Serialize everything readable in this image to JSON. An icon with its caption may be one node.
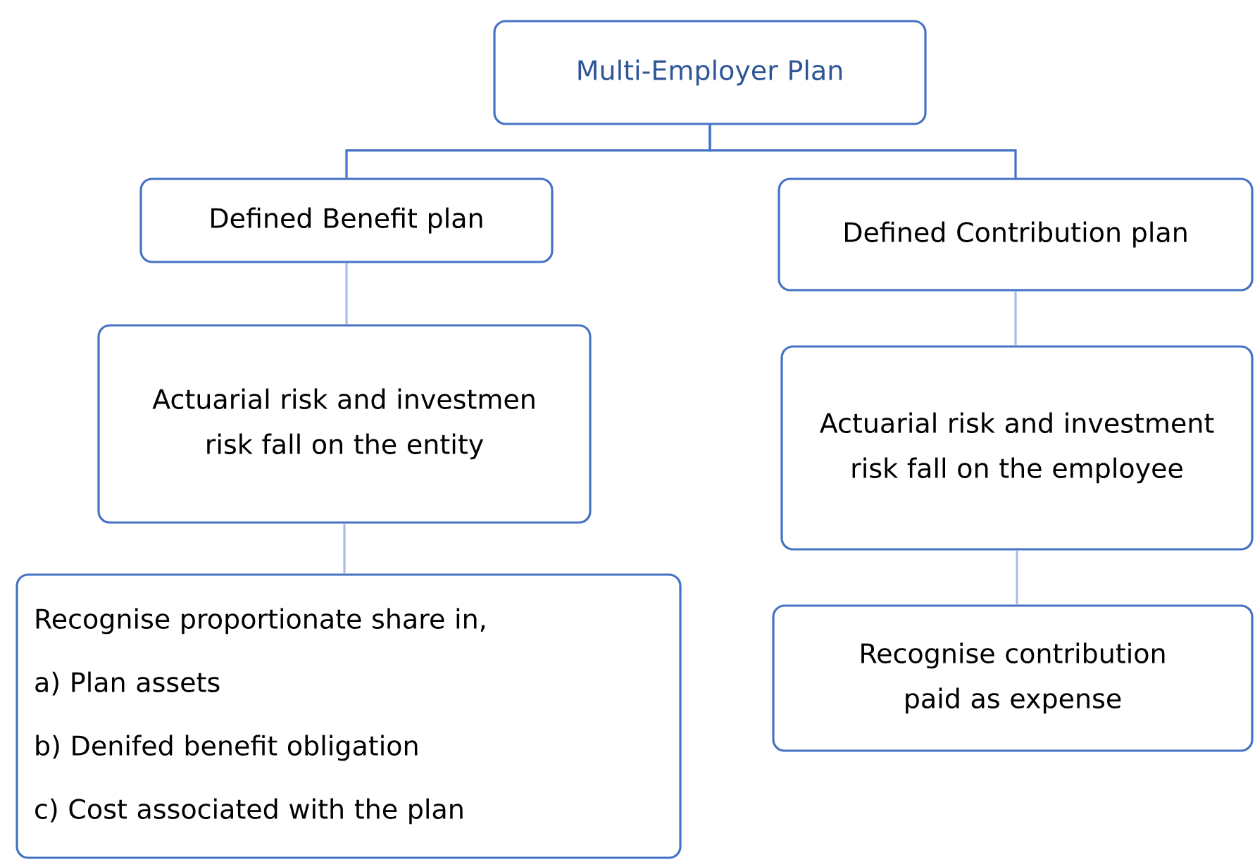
{
  "diagram": {
    "nodes": [
      {
        "text": [
          "Multi-Employer Plan"
        ]
      },
      {
        "text": [
          "Defined Benefit plan"
        ]
      },
      {
        "text": [
          "Defined Contribution plan"
        ]
      },
      {
        "text": [
          "Actuarial risk and investmen risk fall on the entity"
        ]
      },
      {
        "text": [
          "Actuarial risk and investment risk fall on the employee"
        ]
      },
      {
        "text": [
          "Recognise proportionate share in,",
          "a) Plan assets",
          "b) Denifed benefit obligation",
          "c) Cost associated with the plan"
        ]
      },
      {
        "text": [
          "Recognise contribution paid as expense"
        ]
      }
    ],
    "edges": [
      {
        "from": 0,
        "to": 1,
        "arrow": "none",
        "color": "#4472c4"
      },
      {
        "from": 0,
        "to": 2,
        "arrow": "none",
        "color": "#4472c4"
      },
      {
        "from": 1,
        "to": 3,
        "arrow": "none"
      },
      {
        "from": 3,
        "to": 5,
        "arrow": "none"
      },
      {
        "from": 2,
        "to": 4,
        "arrow": "none"
      },
      {
        "from": 4,
        "to": 6,
        "arrow": "none"
      }
    ]
  }
}
